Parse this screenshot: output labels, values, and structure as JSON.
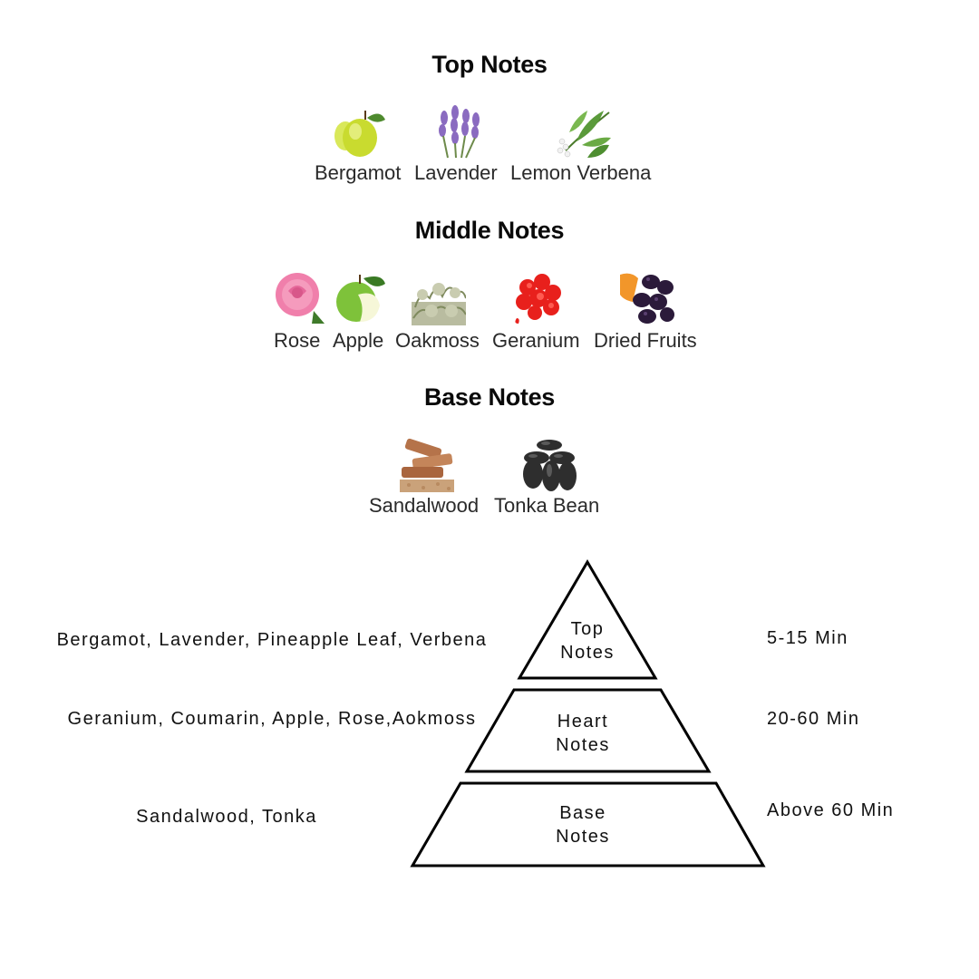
{
  "top": {
    "title": "Top Notes",
    "items": [
      "Bergamot",
      "Lavender",
      "Lemon Verbena"
    ]
  },
  "middle": {
    "title": "Middle Notes",
    "items": [
      "Rose",
      "Apple",
      "Oakmoss",
      "Geranium",
      "Dried Fruits"
    ]
  },
  "base": {
    "title": "Base Notes",
    "items": [
      "Sandalwood",
      "Tonka Bean"
    ]
  },
  "pyramid": {
    "tiers": [
      {
        "line1": "Top",
        "line2": "Notes",
        "ingredients": "Bergamot, Lavender, Pineapple Leaf, Verbena",
        "duration": "5-15 Min"
      },
      {
        "line1": "Heart",
        "line2": "Notes",
        "ingredients": "Geranium, Coumarin, Apple, Rose,Aokmoss",
        "duration": "20-60 Min"
      },
      {
        "line1": "Base",
        "line2": "Notes",
        "ingredients": "Sandalwood, Tonka",
        "duration": "Above 60 Min"
      }
    ]
  }
}
